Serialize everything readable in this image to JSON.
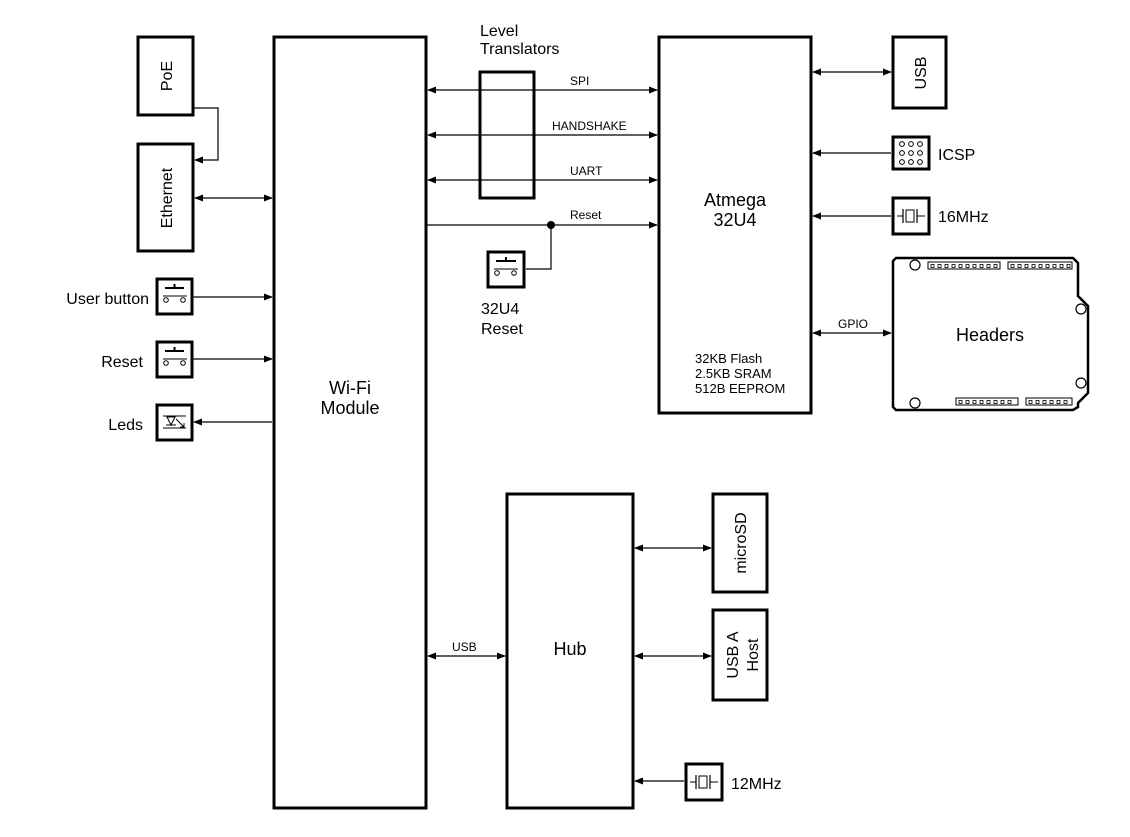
{
  "blocks": {
    "wifi": [
      "Wi-Fi",
      "Module"
    ],
    "atmega": [
      "Atmega",
      "32U4"
    ],
    "atmega_mem": [
      "32KB Flash",
      "2.5KB SRAM",
      "512B EEPROM"
    ],
    "hub": "Hub",
    "level_translators": [
      "Level",
      "Translators"
    ],
    "poe": "PoE",
    "ethernet": "Ethernet",
    "usb": "USB",
    "microsd": "microSD",
    "usb_a_host": [
      "USB A",
      "Host"
    ],
    "headers": "Headers"
  },
  "side_labels": {
    "user_button": "User button",
    "reset": "Reset",
    "leds": "Leds",
    "icsp": "ICSP",
    "xtal_16": "16MHz",
    "xtal_12": "12MHz",
    "reset_32u4": [
      "32U4",
      "Reset"
    ]
  },
  "signals": {
    "spi": "SPI",
    "handshake": "HANDSHAKE",
    "uart": "UART",
    "reset": "Reset",
    "gpio": "GPIO",
    "usb": "USB"
  }
}
